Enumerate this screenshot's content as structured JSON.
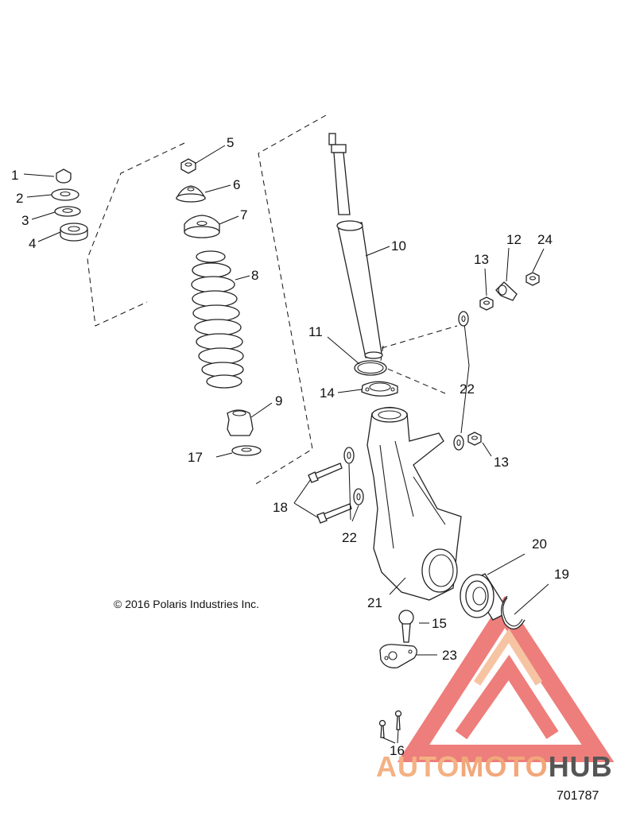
{
  "copyright": "© 2016 Polaris Industries Inc.",
  "diagram_number": "701787",
  "watermark": {
    "text_part1": "AUTO",
    "text_part2": "MOTO",
    "text_part3": "HUB",
    "colors": {
      "logo": "#e8534f",
      "auto": "#f4b183",
      "moto": "#f2a77a",
      "hub": "#555555"
    }
  },
  "callouts": [
    {
      "id": "c1",
      "text": "1"
    },
    {
      "id": "c2",
      "text": "2"
    },
    {
      "id": "c3",
      "text": "3"
    },
    {
      "id": "c4",
      "text": "4"
    },
    {
      "id": "c5",
      "text": "5"
    },
    {
      "id": "c6",
      "text": "6"
    },
    {
      "id": "c7",
      "text": "7"
    },
    {
      "id": "c8",
      "text": "8"
    },
    {
      "id": "c9",
      "text": "9"
    },
    {
      "id": "c10",
      "text": "10"
    },
    {
      "id": "c11",
      "text": "11"
    },
    {
      "id": "c12",
      "text": "12"
    },
    {
      "id": "c13a",
      "text": "13"
    },
    {
      "id": "c13b",
      "text": "13"
    },
    {
      "id": "c14",
      "text": "14"
    },
    {
      "id": "c15",
      "text": "15"
    },
    {
      "id": "c16",
      "text": "16"
    },
    {
      "id": "c17",
      "text": "17"
    },
    {
      "id": "c18",
      "text": "18"
    },
    {
      "id": "c19",
      "text": "19"
    },
    {
      "id": "c20",
      "text": "20"
    },
    {
      "id": "c21",
      "text": "21"
    },
    {
      "id": "c22a",
      "text": "22"
    },
    {
      "id": "c22b",
      "text": "22"
    },
    {
      "id": "c23",
      "text": "23"
    },
    {
      "id": "c24",
      "text": "24"
    }
  ]
}
